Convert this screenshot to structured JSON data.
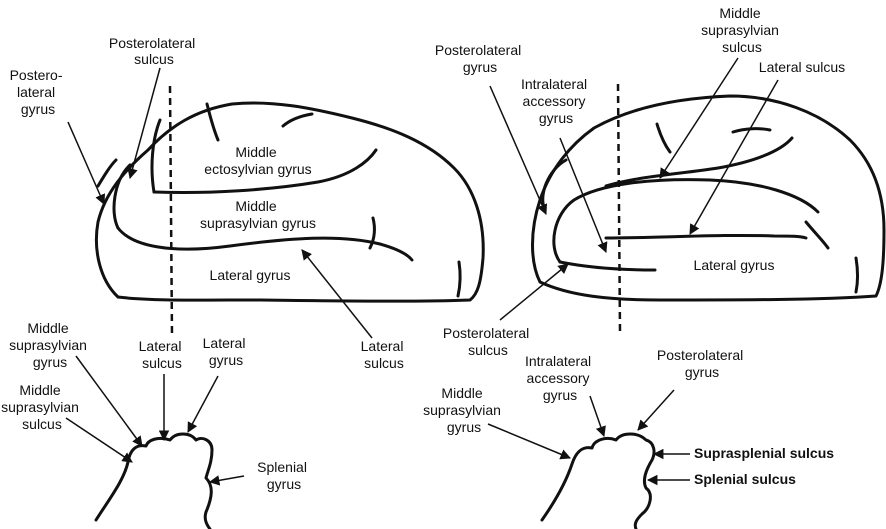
{
  "left_panel": {
    "labels": {
      "posterolateral_sulcus": [
        "Posterolateral",
        "sulcus"
      ],
      "posterolateral_gyrus": [
        "Postero-",
        "lateral",
        "gyrus"
      ],
      "middle_ectosylvian_gyrus": [
        "Middle",
        "ectosylvian gyrus"
      ],
      "middle_suprasylvian_gyrus": [
        "Middle",
        "suprasylvian gyrus"
      ],
      "lateral_gyrus": [
        "Lateral gyrus"
      ],
      "lateral_sulcus": [
        "Lateral",
        "sulcus"
      ]
    },
    "section_labels": {
      "middle_suprasylvian_gyrus": [
        "Middle",
        "suprasylvian",
        "gyrus"
      ],
      "middle_suprasylvian_sulcus": [
        "Middle",
        "suprasylvian",
        "sulcus"
      ],
      "lateral_sulcus": [
        "Lateral",
        "sulcus"
      ],
      "lateral_gyrus": [
        "Lateral",
        "gyrus"
      ],
      "splenial_gyrus": [
        "Splenial",
        "gyrus"
      ]
    }
  },
  "right_panel": {
    "labels": {
      "posterolateral_gyrus": [
        "Posterolateral",
        "gyrus"
      ],
      "middle_suprasylvian_sulcus": [
        "Middle",
        "suprasylvian",
        "sulcus"
      ],
      "lateral_sulcus": [
        "Lateral sulcus"
      ],
      "intralateral_accessory_gyrus": [
        "Intralateral",
        "accessory",
        "gyrus"
      ],
      "lateral_gyrus": [
        "Lateral gyrus"
      ],
      "posterolateral_sulcus": [
        "Posterolateral",
        "sulcus"
      ]
    },
    "section_labels": {
      "intralateral_accessory_gyrus": [
        "Intralateral",
        "accessory",
        "gyrus"
      ],
      "posterolateral_gyrus": [
        "Posterolateral",
        "gyrus"
      ],
      "middle_suprasylvian_gyrus": [
        "Middle",
        "suprasylvian",
        "gyrus"
      ],
      "suprasplenial_sulcus": [
        "Suprasplenial sulcus"
      ],
      "splenial_sulcus": [
        "Splenial sulcus"
      ]
    }
  }
}
